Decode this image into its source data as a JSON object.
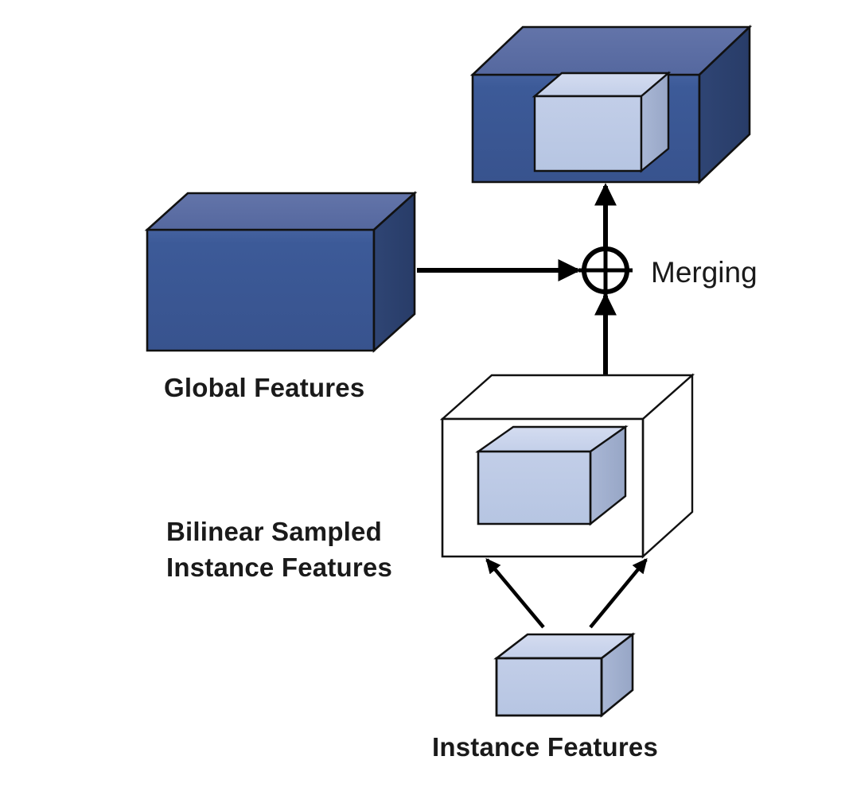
{
  "figure": {
    "type": "architecture-diagram",
    "title": "",
    "background_color": "#ffffff"
  },
  "labels": {
    "global_features": "Global Features",
    "bilinear_sampled_line1": "Bilinear Sampled",
    "bilinear_sampled_line2": "Instance Features",
    "instance_features": "Instance Features",
    "merging": "Merging"
  },
  "colors": {
    "dark_blue_front": "#3a5795",
    "dark_blue_top": "#5d71a8",
    "dark_blue_side": "#2b406e",
    "light_blue_front": "#bac8e4",
    "light_blue_top": "#ccd6ee",
    "light_blue_side": "#9daccb",
    "outline": "#111111",
    "text": "#1a1a1a",
    "wireframe_fill": "#ffffff"
  },
  "nodes": [
    {
      "id": "merged-features-box",
      "kind": "cuboid-container",
      "fill": "#3a5795",
      "inner_fill": "#bac8e4",
      "label": "",
      "position": "top-right"
    },
    {
      "id": "global-features-box",
      "kind": "cuboid",
      "fill": "#3a5795",
      "label": "Global Features",
      "position": "middle-left"
    },
    {
      "id": "bilinear-sampled-box",
      "kind": "wireframe-container",
      "fill": "#ffffff",
      "inner_fill": "#bac8e4",
      "label": "Bilinear Sampled Instance Features",
      "position": "middle-right"
    },
    {
      "id": "instance-features-box",
      "kind": "cuboid",
      "fill": "#bac8e4",
      "label": "Instance Features",
      "position": "bottom-center"
    }
  ],
  "operators": [
    {
      "id": "merging-operator",
      "symbol": "circled-plus",
      "label": "Merging"
    }
  ],
  "connections": [
    {
      "from": "global-features-box",
      "to": "merging-operator",
      "style": "arrow",
      "direction": "right"
    },
    {
      "from": "bilinear-sampled-box",
      "to": "merging-operator",
      "style": "arrow",
      "direction": "up"
    },
    {
      "from": "merging-operator",
      "to": "merged-features-box",
      "style": "arrow",
      "direction": "up"
    },
    {
      "from": "instance-features-box",
      "to": "bilinear-sampled-box",
      "style": "arrow",
      "direction": "up-left"
    },
    {
      "from": "instance-features-box",
      "to": "bilinear-sampled-box",
      "style": "arrow",
      "direction": "up-right"
    }
  ]
}
